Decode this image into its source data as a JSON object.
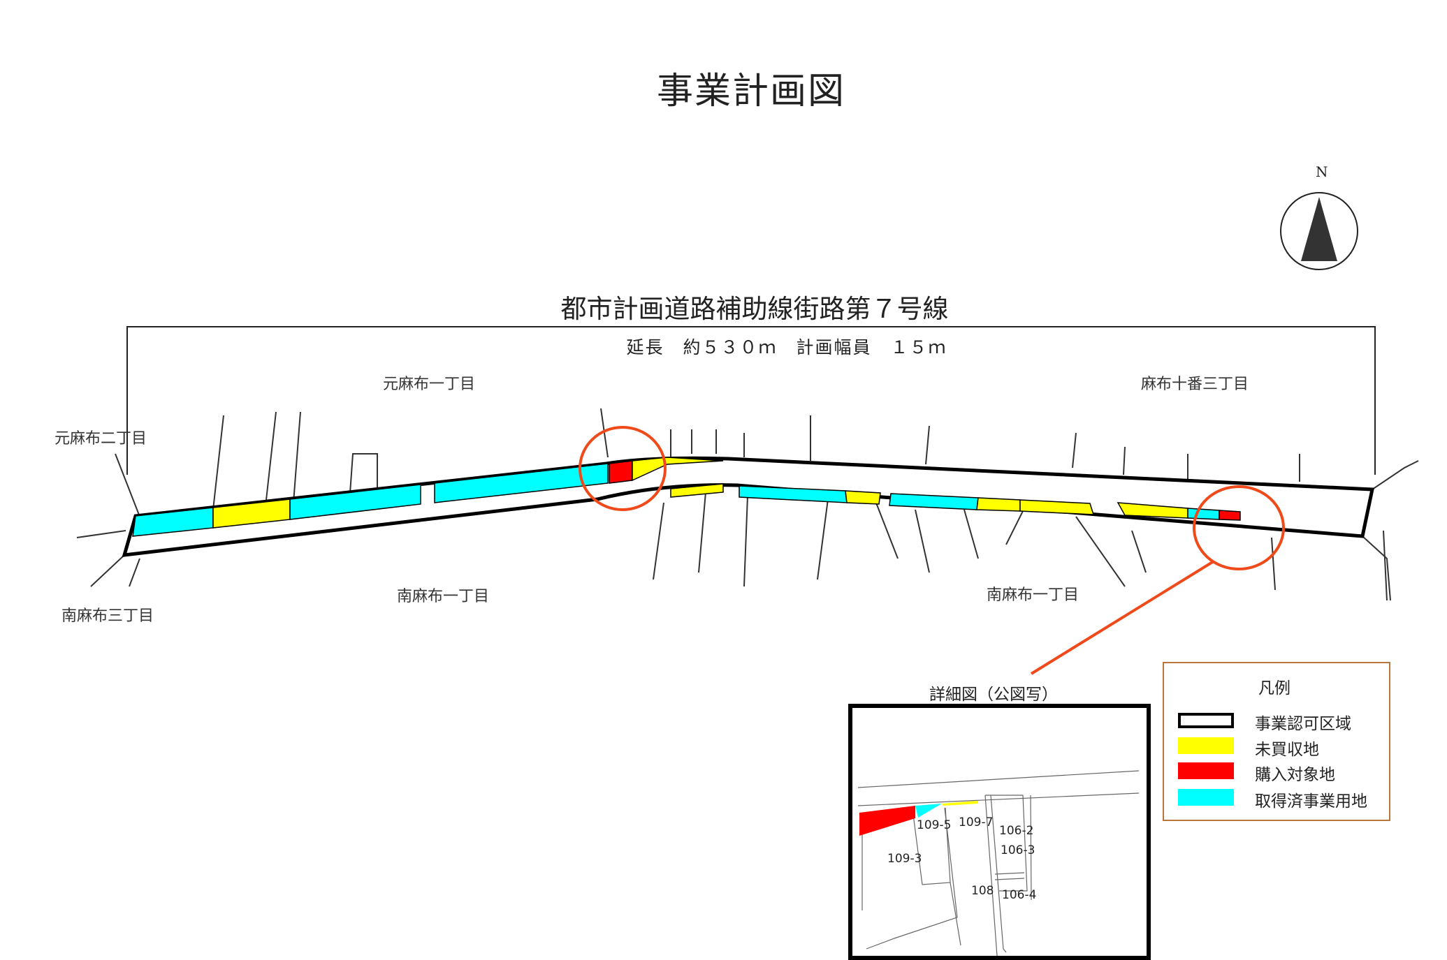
{
  "title": "事業計画図",
  "compass": {
    "label": "N"
  },
  "road": {
    "name": "都市計画道路補助線街路第７号線",
    "spec": "延長　約５３０ｍ　計画幅員　１５ｍ"
  },
  "districts": {
    "motoazabu1": "元麻布一丁目",
    "azabujuban3": "麻布十番三丁目",
    "motoazabu2": "元麻布二丁目",
    "minamiazabu3": "南麻布三丁目",
    "minamiazabu1_west": "南麻布一丁目",
    "minamiazabu1_east": "南麻布一丁目"
  },
  "detail": {
    "label": "詳細図（公図写）",
    "lots": [
      "109-5",
      "109-7",
      "109-3",
      "106-2",
      "106-3",
      "106-4",
      "108"
    ]
  },
  "legend": {
    "title": "凡例",
    "items": [
      {
        "label": "事業認可区域",
        "color": "#ffffff"
      },
      {
        "label": "未買収地",
        "color": "#ffff00"
      },
      {
        "label": "購入対象地",
        "color": "#ff0000"
      },
      {
        "label": "取得済事業用地",
        "color": "#00ffff"
      }
    ]
  },
  "colors": {
    "highlight": "#f04a1a",
    "legend_border": "#b8763a"
  }
}
